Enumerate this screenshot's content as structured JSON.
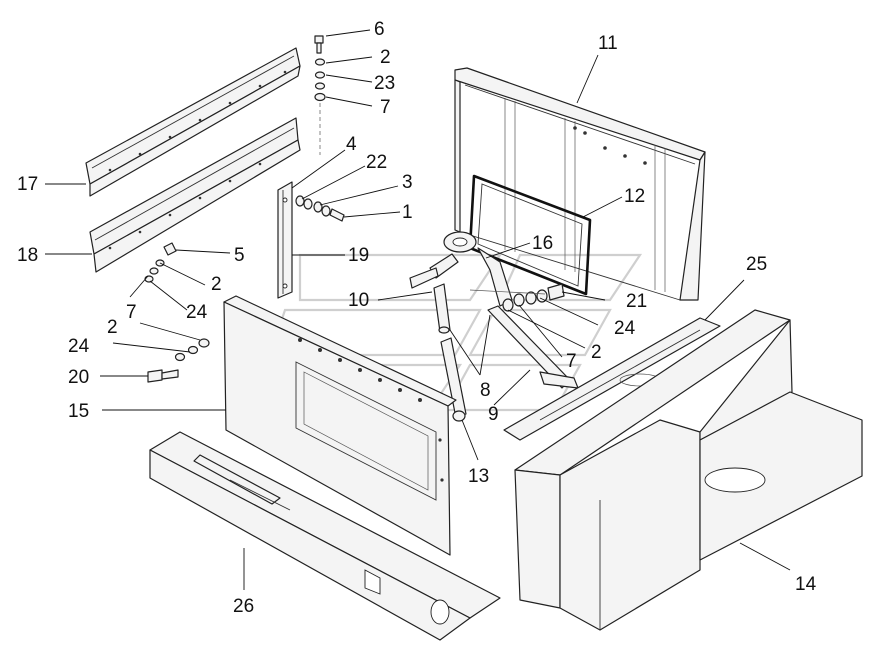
{
  "callouts": [
    "6",
    "2",
    "23",
    "7",
    "11",
    "4",
    "22",
    "3",
    "1",
    "17",
    "12",
    "16",
    "18",
    "5",
    "19",
    "2",
    "7",
    "10",
    "24",
    "21",
    "24",
    "7",
    "2",
    "25",
    "24",
    "20",
    "8",
    "15",
    "9",
    "13",
    "26",
    "14"
  ]
}
